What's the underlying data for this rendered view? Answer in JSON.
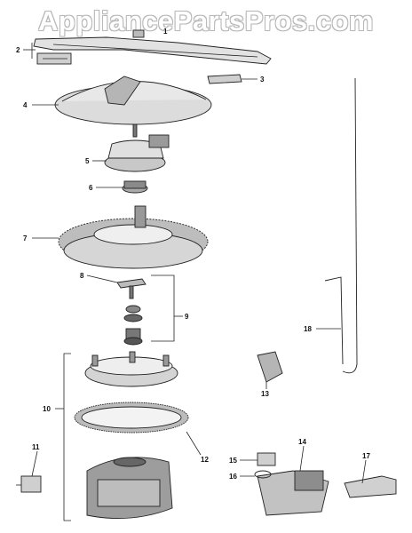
{
  "watermark": "AppliancePartsPros.com",
  "callouts": {
    "c1": "1",
    "c2": "2",
    "c3": "3",
    "c4": "4",
    "c5": "5",
    "c6": "6",
    "c7": "7",
    "c8": "8",
    "c9": "9",
    "c10": "10",
    "c11": "11",
    "c12": "12",
    "c13": "13",
    "c14": "14",
    "c15": "15",
    "c16": "16",
    "c17": "17",
    "c18": "18"
  },
  "colors": {
    "line": "#222222",
    "part_fill": "#d9d9d9",
    "part_dark": "#555555",
    "watermark_outline": "#b8b8b8"
  }
}
